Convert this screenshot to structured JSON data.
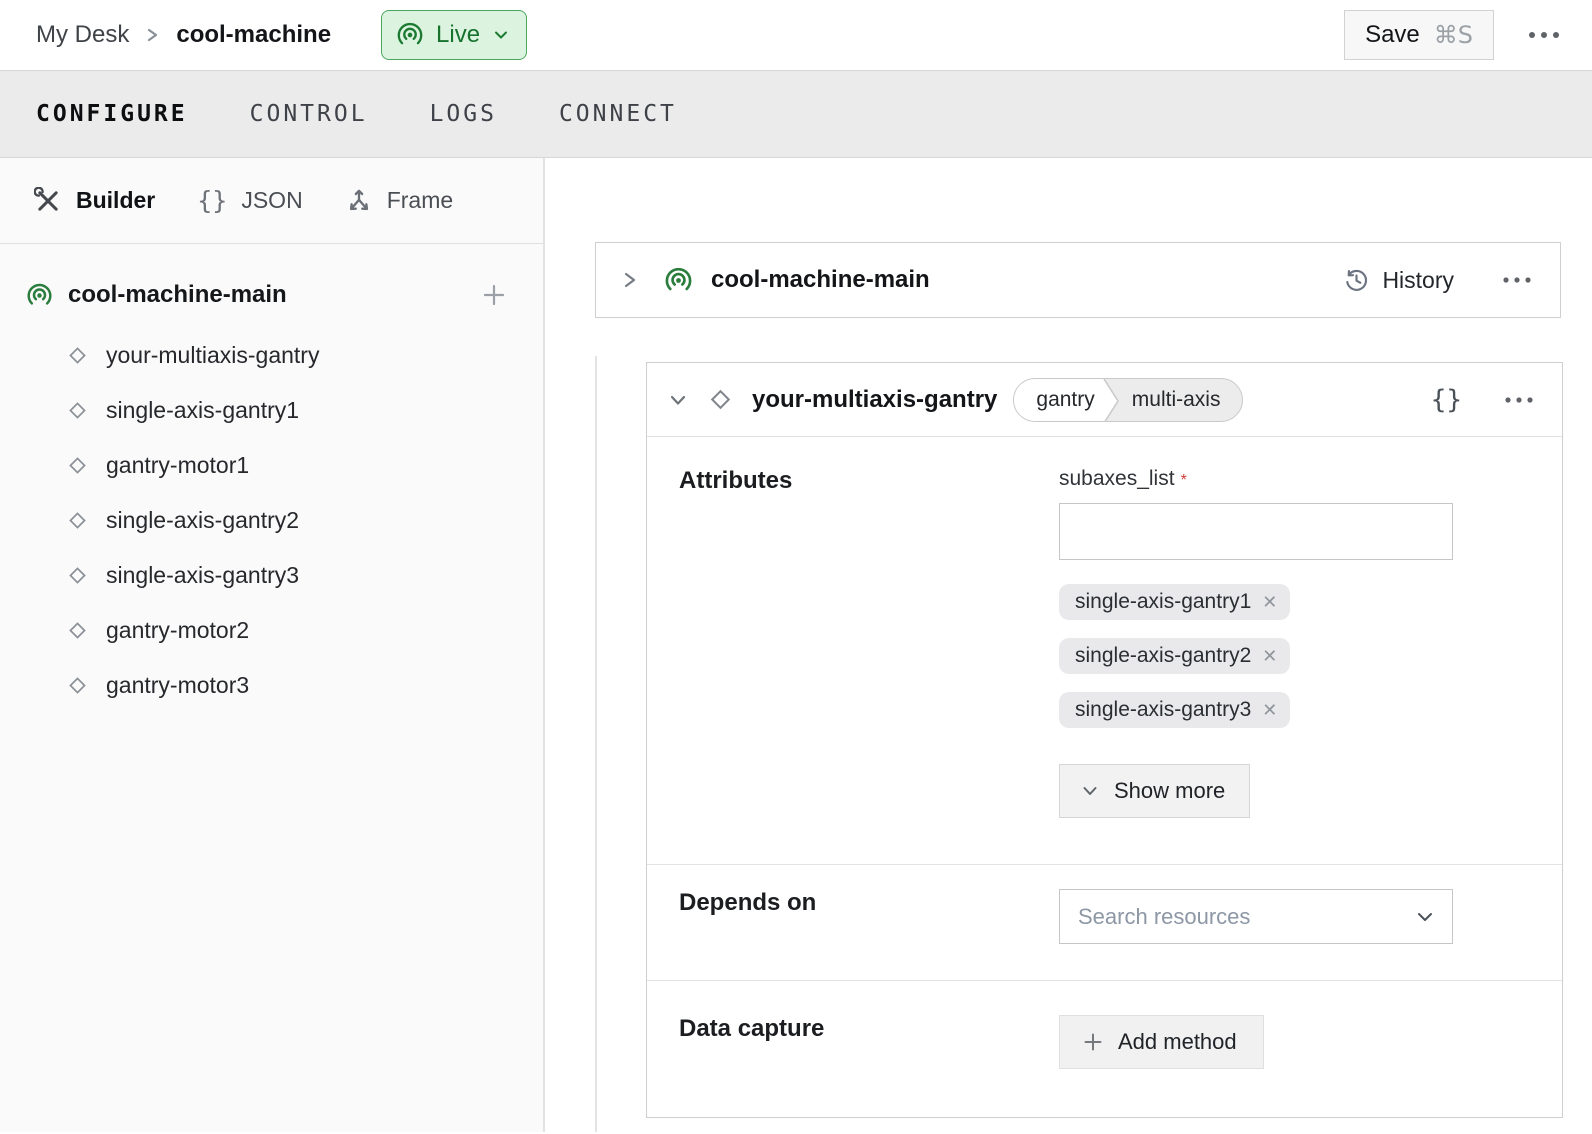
{
  "topbar": {
    "breadcrumb": {
      "parent": "My Desk",
      "current": "cool-machine"
    },
    "live_badge": {
      "label": "Live"
    },
    "save": {
      "label": "Save",
      "shortcut": "⌘S"
    }
  },
  "tabs": [
    {
      "label": "CONFIGURE",
      "active": true
    },
    {
      "label": "CONTROL",
      "active": false
    },
    {
      "label": "LOGS",
      "active": false
    },
    {
      "label": "CONNECT",
      "active": false
    }
  ],
  "sidebar": {
    "views": [
      {
        "label": "Builder",
        "icon": "tools-icon",
        "active": true
      },
      {
        "label": "JSON",
        "icon": "braces-icon",
        "active": false
      },
      {
        "label": "Frame",
        "icon": "frame-icon",
        "active": false
      }
    ],
    "braces_glyph": "{}",
    "tree": {
      "root": {
        "label": "cool-machine-main"
      },
      "items": [
        "your-multiaxis-gantry",
        "single-axis-gantry1",
        "gantry-motor1",
        "single-axis-gantry2",
        "single-axis-gantry3",
        "gantry-motor2",
        "gantry-motor3"
      ]
    }
  },
  "main": {
    "part_header": {
      "title": "cool-machine-main",
      "history_label": "History"
    },
    "resource_card": {
      "title": "your-multiaxis-gantry",
      "tags": [
        "gantry",
        "multi-axis"
      ],
      "braces_glyph": "{}",
      "attributes": {
        "label": "Attributes",
        "field_label": "subaxes_list",
        "required_marker": "*",
        "input_value": "",
        "chips": [
          "single-axis-gantry1",
          "single-axis-gantry2",
          "single-axis-gantry3"
        ],
        "chip_remove_glyph": "✕",
        "show_more_label": "Show more"
      },
      "depends_on": {
        "label": "Depends on",
        "placeholder": "Search resources"
      },
      "data_capture": {
        "label": "Data capture",
        "add_method_label": "Add method"
      }
    }
  },
  "colors": {
    "accent_green": "#2a7d3d",
    "live_badge_bg": "#dcf4df",
    "live_badge_border": "#4ba75f",
    "live_badge_text": "#17722e",
    "required_red": "#cf3f36",
    "tabbar_bg": "#ecebec",
    "chip_bg": "#e9e9eb"
  }
}
